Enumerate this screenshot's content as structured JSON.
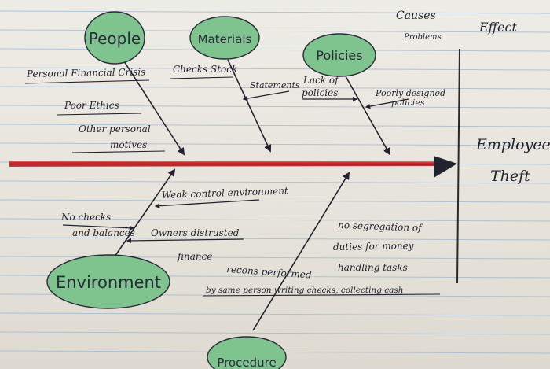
{
  "header": {
    "causes_label": "Causes",
    "problems_label": "Problems",
    "effect_label": "Effect"
  },
  "effect": {
    "line1": "Employee",
    "line2": "Theft"
  },
  "categories": {
    "people": "People",
    "materials": "Materials",
    "policies": "Policies",
    "environment": "Environment",
    "procedure": "Procedure"
  },
  "causes": {
    "people": [
      "Personal Financial Crisis",
      "Poor Ethics",
      "Other personal",
      "motives"
    ],
    "materials": [
      "Checks Stock",
      "Statements"
    ],
    "policies": [
      "Lack of",
      "policies",
      "Poorly designed",
      "policies"
    ],
    "environment": [
      "Weak control environment",
      "No checks",
      "and balances",
      "Owners distrusted",
      "finance"
    ],
    "procedure": [
      "no segregation of",
      "duties for money",
      "handling tasks",
      "recons performed",
      "by same person writing checks, collecting cash"
    ]
  },
  "colors": {
    "spine": "#c8282b",
    "bubble_fill": "#7fc48f",
    "ink": "#2b2b3a",
    "rule_line": "#9fb6cc",
    "margin_line": "#2a2a2a"
  }
}
